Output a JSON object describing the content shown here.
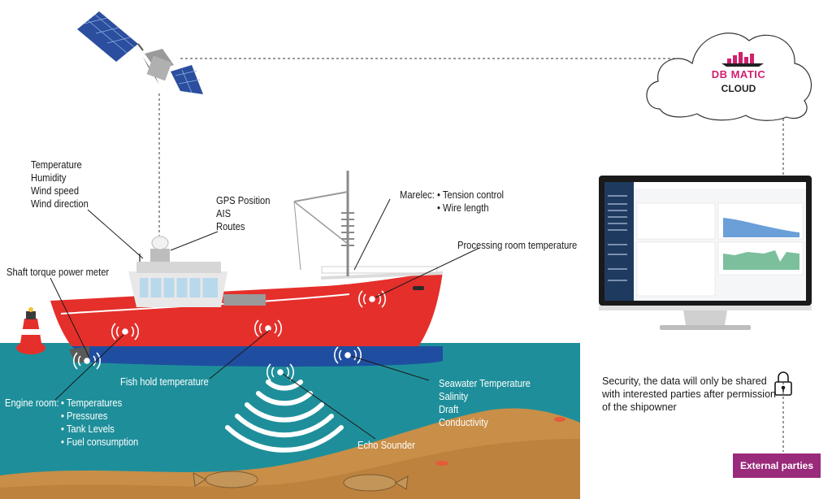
{
  "cloud": {
    "brand": "DB MATIC",
    "subtitle": "CLOUD"
  },
  "weather": {
    "items": [
      "Temperature",
      "Humidity",
      "Wind speed",
      "Wind direction"
    ]
  },
  "gps": {
    "items": [
      "GPS Position",
      "AIS",
      "Routes"
    ]
  },
  "marelec": {
    "label": "Marelec:",
    "items": [
      "Tension control",
      "Wire length"
    ]
  },
  "processing": {
    "label": "Processing room temperature"
  },
  "shaft": {
    "label": "Shaft torque power meter"
  },
  "fish_hold": {
    "label": "Fish hold temperature"
  },
  "engine": {
    "label": "Engine room:",
    "items": [
      "Temperatures",
      "Pressures",
      "Tank Levels",
      "Fuel consumption"
    ]
  },
  "seawater": {
    "items": [
      "Seawater Temperature",
      "Salinity",
      "Draft",
      "Conductivity"
    ]
  },
  "echo": {
    "label": "Echo Sounder"
  },
  "security": {
    "text": "Security, the data will only be shared with interested parties after permission of the shipowner"
  },
  "external": {
    "label": "External parties"
  },
  "colors": {
    "hull": "#e52f2b",
    "sea": "#1e8f9a",
    "keel": "#1f4ea0",
    "seabed": "#c98e47",
    "accent": "#9a2a7a",
    "brand": "#d0206e"
  }
}
